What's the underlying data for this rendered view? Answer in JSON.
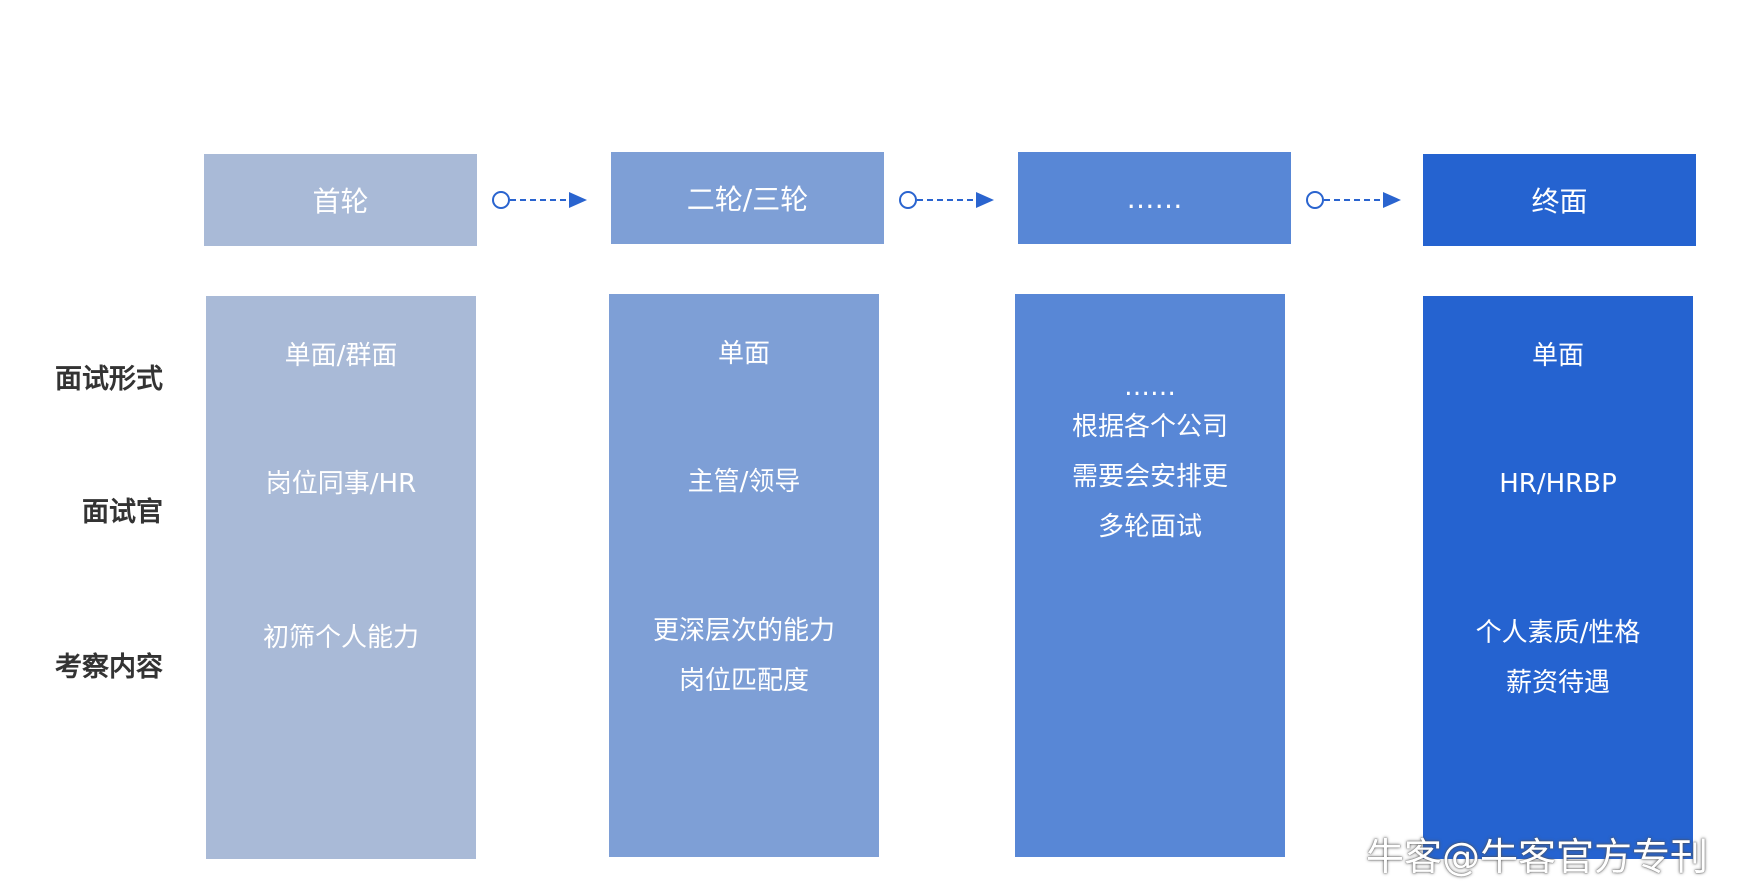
{
  "colors": {
    "stage1": "#a9bad7",
    "stage2": "#7e9fd6",
    "stage3": "#5887d6",
    "stage4": "#2563d0",
    "arrow": "#2a64cf",
    "label": "#333333"
  },
  "row_labels": {
    "format": "面试形式",
    "interviewer": "面试官",
    "content": "考察内容"
  },
  "stages": [
    {
      "title": "首轮",
      "format": "单面/群面",
      "interviewer": "岗位同事/HR",
      "content": [
        "初筛个人能力"
      ]
    },
    {
      "title": "二轮/三轮",
      "format": "单面",
      "interviewer": "主管/领导",
      "content": [
        "更深层次的能力",
        "岗位匹配度"
      ]
    },
    {
      "title": "……",
      "note": [
        "……",
        "根据各个公司",
        "需要会安排更",
        "多轮面试"
      ]
    },
    {
      "title": "终面",
      "format": "单面",
      "interviewer": "HR/HRBP",
      "content": [
        "个人素质/性格",
        "薪资待遇"
      ]
    }
  ],
  "watermark": {
    "text": "牛客@牛客官方专刊",
    "icon": "nowcoder-logo-icon"
  }
}
